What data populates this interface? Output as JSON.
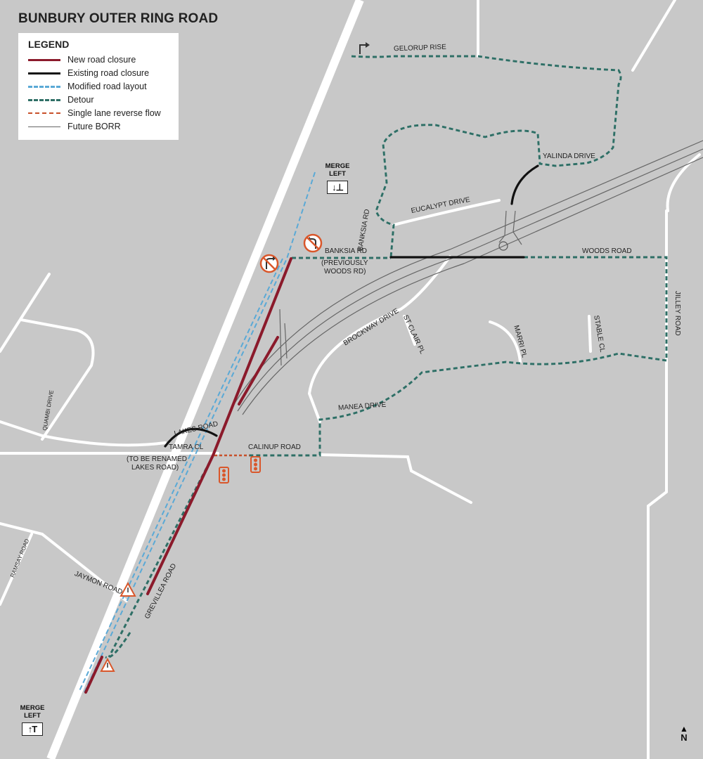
{
  "title": "BUNBURY OUTER RING ROAD",
  "legend": {
    "heading": "LEGEND",
    "items": [
      {
        "label": "New road closure",
        "color": "#8b1a2b",
        "style": "solid"
      },
      {
        "label": "Existing road closure",
        "color": "#111111",
        "style": "solid"
      },
      {
        "label": "Modified road layout",
        "color": "#5aa9d6",
        "style": "dashed"
      },
      {
        "label": "Detour",
        "color": "#2f6f66",
        "style": "dashed"
      },
      {
        "label": "Single lane reverse flow",
        "color": "#c8502a",
        "style": "dashed"
      },
      {
        "label": "Future BORR",
        "color": "#666666",
        "style": "thin"
      }
    ]
  },
  "roads": {
    "gelorup_rise": "GELORUP RISE",
    "yalinda_drive": "YALINDA DRIVE",
    "eucalypt_drive": "EUCALYPT DRIVE",
    "banksia_rd_vertical": "BANKSIA RD",
    "banksia_rd": "BANKSIA RD",
    "previously_line1": "(PREVIOUSLY",
    "previously_line2": "WOODS RD)",
    "woods_road": "WOODS ROAD",
    "jilley_road": "JILLEY ROAD",
    "brockway_drive": "BROCKWAY DRIVE",
    "st_clair_pl": "ST CLAIR PL",
    "marri_pl": "MARRI PL",
    "stable_cl": "STABLE CL",
    "manea_drive": "MANEA DRIVE",
    "lakes_road": "LAKES ROAD",
    "tamra_cl": "TAMRA CL",
    "rename_line1": "(TO BE RENAMED",
    "rename_line2": "LAKES ROAD)",
    "calinup_road": "CALINUP ROAD",
    "quambi_drive": "QUAMBI DRIVE",
    "ramsay_road": "RAMSAY ROAD",
    "jaymon_road": "JAYMON ROAD",
    "grevillea_road": "GREVILLEA ROAD"
  },
  "merge_top": {
    "line1": "MERGE",
    "line2": "LEFT",
    "symbol": "↓⊥"
  },
  "merge_bottom": {
    "line1": "MERGE",
    "line2": "LEFT",
    "symbol": "↑T"
  },
  "north": {
    "label": "N",
    "arrow": "▲"
  },
  "icons": {
    "no_right_turn": "no-right-turn-icon",
    "no_left_turn": "no-left-turn-icon",
    "traffic_light": "traffic-light-icon",
    "warning": "warning-sign-icon",
    "turn_arrow": "turn-left-arrow-icon"
  },
  "colors": {
    "background": "#c8c8c8",
    "road": "#ffffff",
    "new_closure": "#8b1a2b",
    "existing_closure": "#111111",
    "modified": "#5aa9d6",
    "detour": "#2f6f66",
    "reverse_flow": "#c8502a",
    "future_borr": "#666666",
    "sign": "#d9572b"
  }
}
